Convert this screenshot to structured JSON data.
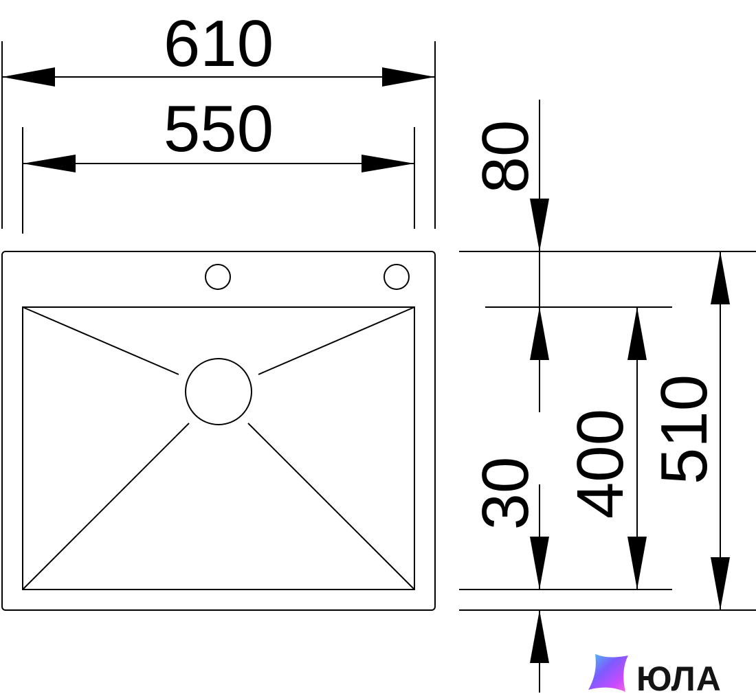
{
  "dimensions": {
    "overall_width": "610",
    "bowl_width": "550",
    "top_offset": "80",
    "bottom_offset": "30",
    "bowl_depth": "400",
    "overall_depth": "510"
  },
  "logo": {
    "text": "ЮЛА"
  },
  "colors": {
    "line": "#000000",
    "background": "#ffffff",
    "logo_gradient": [
      "#4cc9f0",
      "#7b5cff",
      "#c84bff",
      "#ff6ad5"
    ]
  }
}
